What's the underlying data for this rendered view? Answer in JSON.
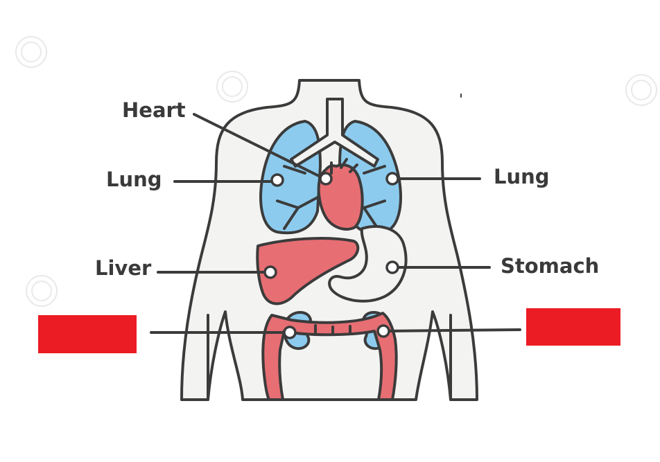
{
  "labels": {
    "heart": "Heart",
    "lung_left": "Lung",
    "lung_right": "Lung",
    "liver": "Liver",
    "stomach": "Stomach"
  },
  "hidden_labels": {
    "left_box_color": "#ec1c24",
    "right_box_color": "#ec1c24"
  },
  "colors": {
    "organ_blue": "#8ccbee",
    "organ_red": "#e76e73",
    "outline": "#3b3b3b",
    "body_fill": "#f3f3f1"
  }
}
